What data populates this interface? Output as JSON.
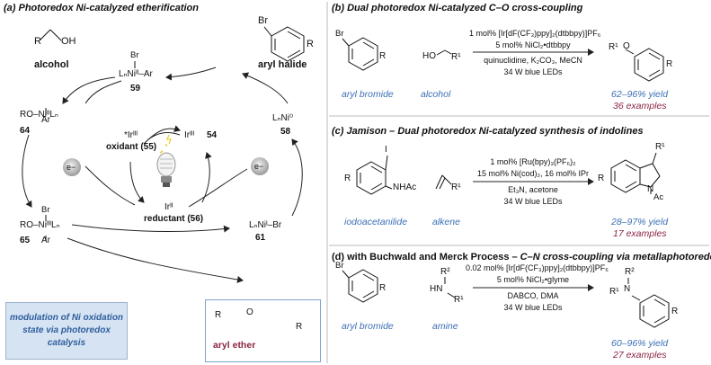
{
  "panels": {
    "a": {
      "title": "(a) Photoredox Ni-catalyzed etherification",
      "alcohol": "alcohol",
      "aryl_halide": "aryl halide",
      "c59": "59",
      "c64": "64",
      "c65": "65",
      "c61": "61",
      "c58": "58",
      "c54": "54",
      "oxidant": "oxidant (55)",
      "reductant": "reductant (56)",
      "electron": "e−",
      "box_text": "modulation of Ni oxidation state via photoredox catalysis",
      "product_label": "aryl ether",
      "ni59": "LₙNiᴵᴵ–Ar",
      "ni64a": "RO–NiᴵᴵLₙ",
      "ni65a": "RO–NiᴵᴵᴵLₙ",
      "ni61": "LₙNiᴵ–Br",
      "ni58": "LₙNi⁰",
      "ir_ox": "*Irᴵᴵᴵ",
      "ir54": "Irᴵᴵᴵ",
      "ir56": "Irᴵᴵ",
      "br": "Br",
      "ar": "Ar",
      "r": "R",
      "oh": "OH",
      "o": "O"
    },
    "b": {
      "title": "(b) Dual photoredox Ni-catalyzed C–O cross-coupling",
      "cond1": "1 mol% [Ir[dF(CF₃)ppy]₂(dtbbpy)]PF₆",
      "cond2": "5 mol% NiCl₂•dtbbpy",
      "cond3": "quinuclidine, K₂CO₃, MeCN",
      "cond4": "34 W blue LEDs",
      "reagent1": "aryl bromide",
      "reagent2": "alcohol",
      "yield": "62–96% yield",
      "examples": "36 examples",
      "ho": "HO",
      "r1": "R¹",
      "r1o": "R¹"
    },
    "c": {
      "title": "(c) Jamison – Dual photoredox Ni-catalyzed synthesis of indolines",
      "cond1": "1 mol% [Ru(bpy)₃(PF₆)₂",
      "cond2": "15 mol% Ni(cod)₂, 16 mol% IPr",
      "cond3": "Et₃N, acetone",
      "cond4": "34 W blue LEDs",
      "reagent1": "iodoacetanilide",
      "reagent2": "alkene",
      "yield": "28–97% yield",
      "examples": "17 examples",
      "i": "I",
      "nhac": "NHAc",
      "n": "N",
      "ac": "Ac",
      "r1": "R¹"
    },
    "d": {
      "title_bold": "(d) with Buchwald and Merck Process –",
      "title_rest": " C–N cross-coupling via metallaphotoredox",
      "cond1": "0.02 mol% [Ir[dF(CF₃)ppy]₂(dtbbpy)]PF₆",
      "cond2": "5 mol% NiCl₂•glyme",
      "cond3": "DABCO, DMA",
      "cond4": "34 W blue LEDs",
      "reagent1": "aryl bromide",
      "reagent2": "amine",
      "yield": "60–96% yield",
      "examples": "27 examples",
      "hn": "HN",
      "r2": "R²",
      "r1": "R¹",
      "n": "N"
    }
  },
  "colors": {
    "blue_text": "#3a6fb5",
    "maroon_text": "#8a2441",
    "box_fill": "#d6e3f2",
    "box_border": "#7ea3cc"
  }
}
